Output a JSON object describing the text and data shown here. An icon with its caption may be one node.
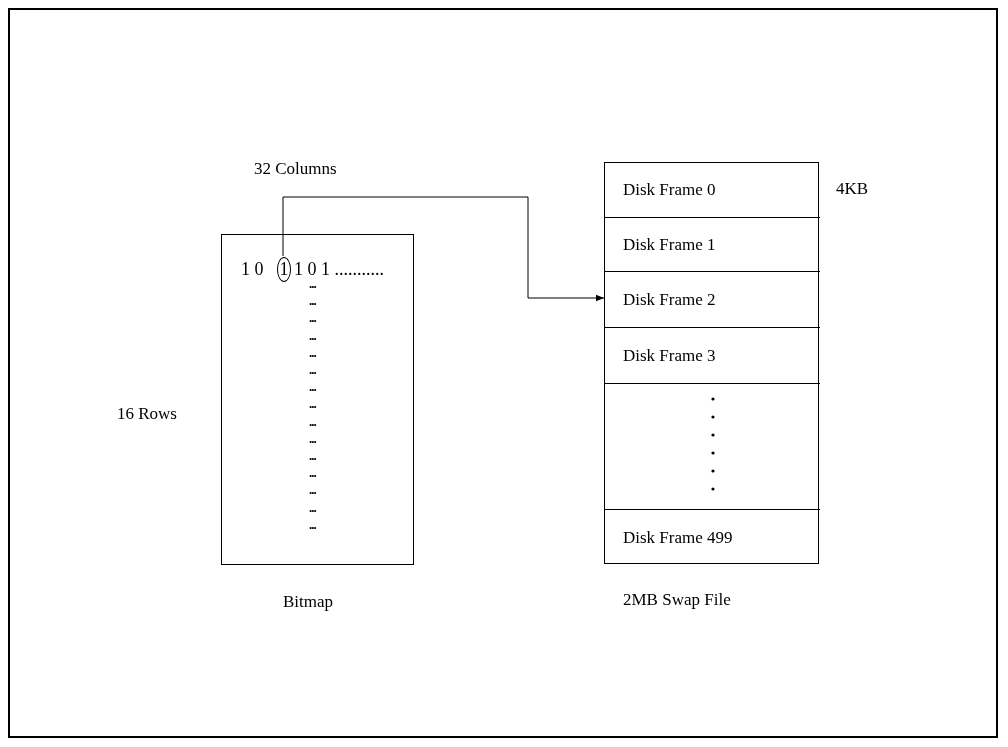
{
  "diagram": {
    "nodes": [
      {
        "text": [
          "1 0",
          "1 0 1 ...........",
          "...",
          "...",
          "...",
          "...",
          "...",
          "...",
          "...",
          "...",
          "...",
          "...",
          "...",
          "...",
          "...",
          "...",
          "..."
        ],
        "beside": [
          "Bitmap"
        ]
      },
      {
        "text": [
          "1"
        ],
        "in": 0
      },
      {
        "text": [],
        "shape": "box",
        "beside": [
          "2MB Swap File"
        ]
      },
      {
        "text": [
          "Disk Frame 0"
        ],
        "in": 2
      },
      {
        "text": [
          "Disk Frame 1"
        ],
        "in": 2
      },
      {
        "text": [
          "Disk Frame 2"
        ],
        "in": 2
      },
      {
        "text": [
          "Disk Frame 3"
        ],
        "in": 2
      },
      {
        "text": [],
        "shape": "box",
        "in": 2
      },
      {
        "text": [
          "Disk Frame 499"
        ],
        "in": 2
      }
    ],
    "edges": [
      {
        "from": 1,
        "to": 5,
        "arrow": "to"
      }
    ],
    "labels": [
      "32 Columns",
      "4KB",
      "16 Rows"
    ]
  }
}
